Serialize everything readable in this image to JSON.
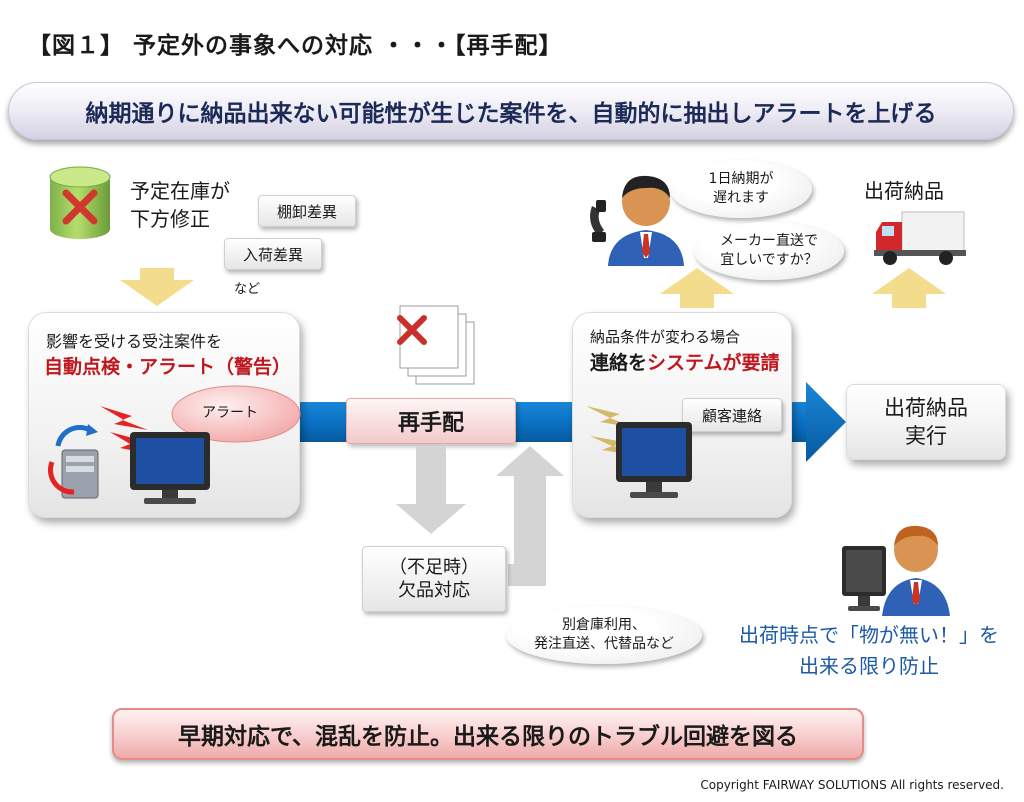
{
  "title": "【図１】 予定外の事象への対応 ・・・【再手配】",
  "banner": "納期通りに納品出来ない可能性が生じた案件を、自動的に抽出しアラートを上げる",
  "inventory": {
    "label_line1": "予定在庫が",
    "label_line2": "下方修正",
    "tag_tanaoroshi": "棚卸差異",
    "tag_nyuka": "入荷差異",
    "nado": "など"
  },
  "check_panel": {
    "line1": "影響を受ける受注案件を",
    "line2": "自動点検・アラート（警告）",
    "alert_bubble": "アラート"
  },
  "rearrange": {
    "label": "再手配"
  },
  "shortage": {
    "line1": "（不足時）",
    "line2": "欠品対応",
    "bubble_line1": "別倉庫利用、",
    "bubble_line2": "発注直送、代替品など"
  },
  "contact_panel": {
    "line1": "納品条件が変わる場合",
    "line2_a": "連絡を",
    "line2_b": "システムが要請",
    "tag": "顧客連絡"
  },
  "operator": {
    "bubble1_line1": "1日納期が",
    "bubble1_line2": "遅れます",
    "bubble2_line1": "メーカー直送で",
    "bubble2_line2": "宜しいですか？"
  },
  "shipping": {
    "top_label": "出荷納品",
    "box_line1": "出荷納品",
    "box_line2": "実行"
  },
  "prevention": {
    "line1": "出荷時点で「物が無い！」を",
    "line2": "出来る限り防止"
  },
  "bottom_banner": "早期対応で、混乱を防止。出来る限りのトラブル回避を図る",
  "copyright": "Copyright  FAIRWAY SOLUTIONS  All rights reserved.",
  "colors": {
    "flow_blue": "#0a6fc2",
    "alert_red": "#c0171e",
    "arrow_yellow": "#f3dc8b",
    "navy": "#1b2a57",
    "prevention_blue": "#1c5aa6"
  }
}
